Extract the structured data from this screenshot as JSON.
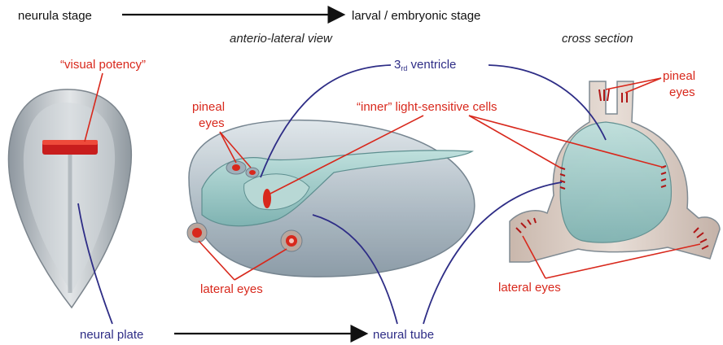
{
  "header": {
    "start_stage": "neurula stage",
    "end_stage": "larval / embryonic stage",
    "view_middle": "anterio-lateral view",
    "view_right": "cross section"
  },
  "labels": {
    "visual_potency": "“visual potency”",
    "ventricle_main": "3",
    "ventricle_sub": "rd",
    "ventricle_word": " ventricle",
    "pineal_left_1": "pineal",
    "pineal_left_2": "eyes",
    "pineal_right_1": "pineal",
    "pineal_right_2": "eyes",
    "inner_cells": "“inner” light-sensitive cells",
    "lateral_left": "lateral eyes",
    "lateral_right": "lateral eyes",
    "neural_plate": "neural plate",
    "neural_tube": "neural tube"
  },
  "colors": {
    "red_label": "#d8281c",
    "blue_label": "#2e2d86",
    "black_label": "#111111",
    "tissue_gray": "#b9c1c8",
    "ventricle_teal": "#9fc9c8"
  }
}
